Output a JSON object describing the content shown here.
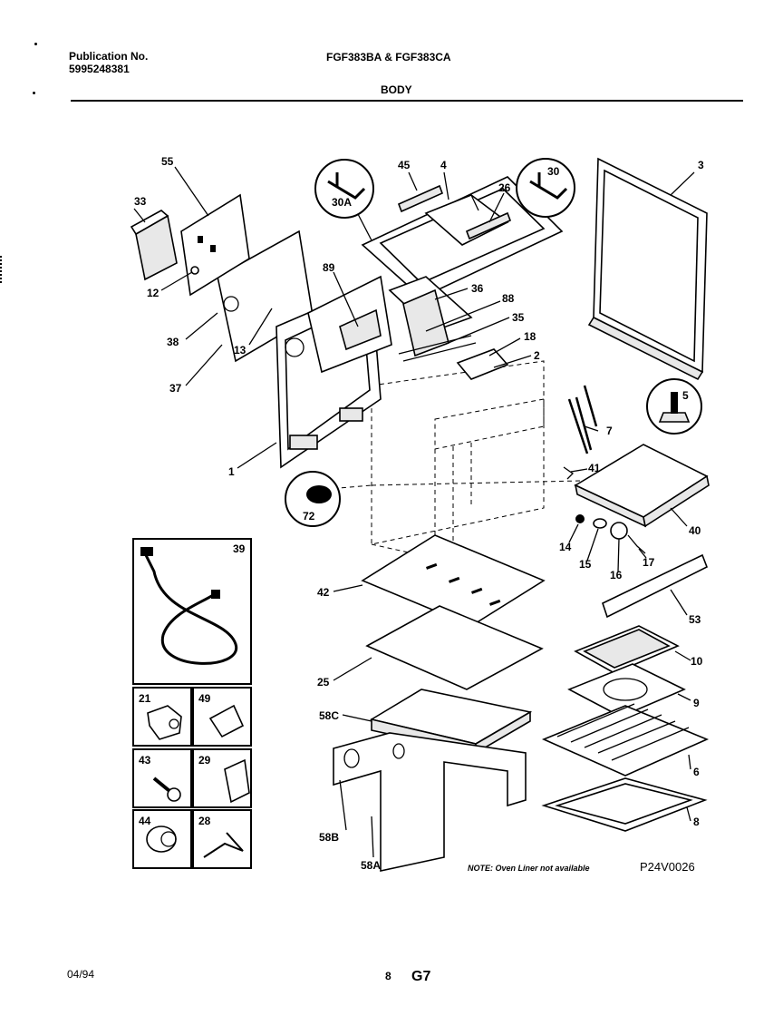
{
  "header": {
    "publication_label": "Publication No.",
    "publication_number": "5995248381",
    "models": "FGF383BA & FGF383CA",
    "section": "BODY"
  },
  "footer": {
    "date": "04/94",
    "page": "8",
    "code": "G7"
  },
  "diagram": {
    "note": "NOTE: Oven Liner not available",
    "drawing_id": "P24V0026",
    "part_labels": {
      "p55": "55",
      "p33": "33",
      "p12": "12",
      "p89": "89",
      "p38": "38",
      "p13": "13",
      "p37": "37",
      "p1": "1",
      "p45": "45",
      "p4": "4",
      "p30A": "30A",
      "p30": "30",
      "p26": "26",
      "p3": "3",
      "p36": "36",
      "p88": "88",
      "p35": "35",
      "p18": "18",
      "p2": "2",
      "p5": "5",
      "p7": "7",
      "p41": "41",
      "p40": "40",
      "p72": "72",
      "p14": "14",
      "p15": "15",
      "p16": "16",
      "p17": "17",
      "p53": "53",
      "p39": "39",
      "p42": "42",
      "p25": "25",
      "p58C": "58C",
      "p58B": "58B",
      "p58A": "58A",
      "p10": "10",
      "p9": "9",
      "p6": "6",
      "p8": "8",
      "p21": "21",
      "p49": "49",
      "p43": "43",
      "p29": "29",
      "p44": "44",
      "p28": "28"
    }
  }
}
